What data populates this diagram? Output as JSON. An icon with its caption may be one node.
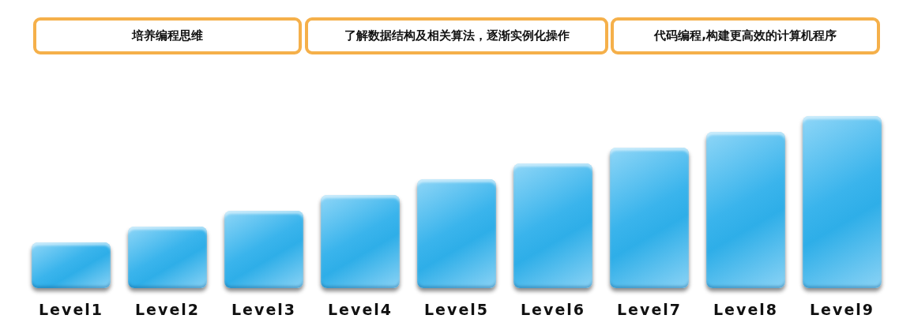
{
  "diagram": {
    "nodes": [
      {
        "text": [
          "培养编程思维"
        ]
      },
      {
        "text": [
          "了解数据结构及相关算法，逐渐实例化操作"
        ]
      },
      {
        "text": [
          "代码编程,构建更高效的计算机程序"
        ]
      },
      {
        "text": [],
        "shape": "bar",
        "beside": [
          "Level1"
        ]
      },
      {
        "text": [],
        "shape": "bar",
        "beside": [
          "Level2"
        ]
      },
      {
        "text": [],
        "shape": "bar",
        "beside": [
          "Level3"
        ]
      },
      {
        "text": [],
        "shape": "bar",
        "beside": [
          "Level4"
        ]
      },
      {
        "text": [],
        "shape": "bar",
        "beside": [
          "Level5"
        ]
      },
      {
        "text": [],
        "shape": "bar",
        "beside": [
          "Level6"
        ]
      },
      {
        "text": [],
        "shape": "bar",
        "beside": [
          "Level7"
        ]
      },
      {
        "text": [],
        "shape": "bar",
        "beside": [
          "Level8"
        ]
      },
      {
        "text": [],
        "shape": "bar",
        "beside": [
          "Level9"
        ]
      }
    ]
  }
}
